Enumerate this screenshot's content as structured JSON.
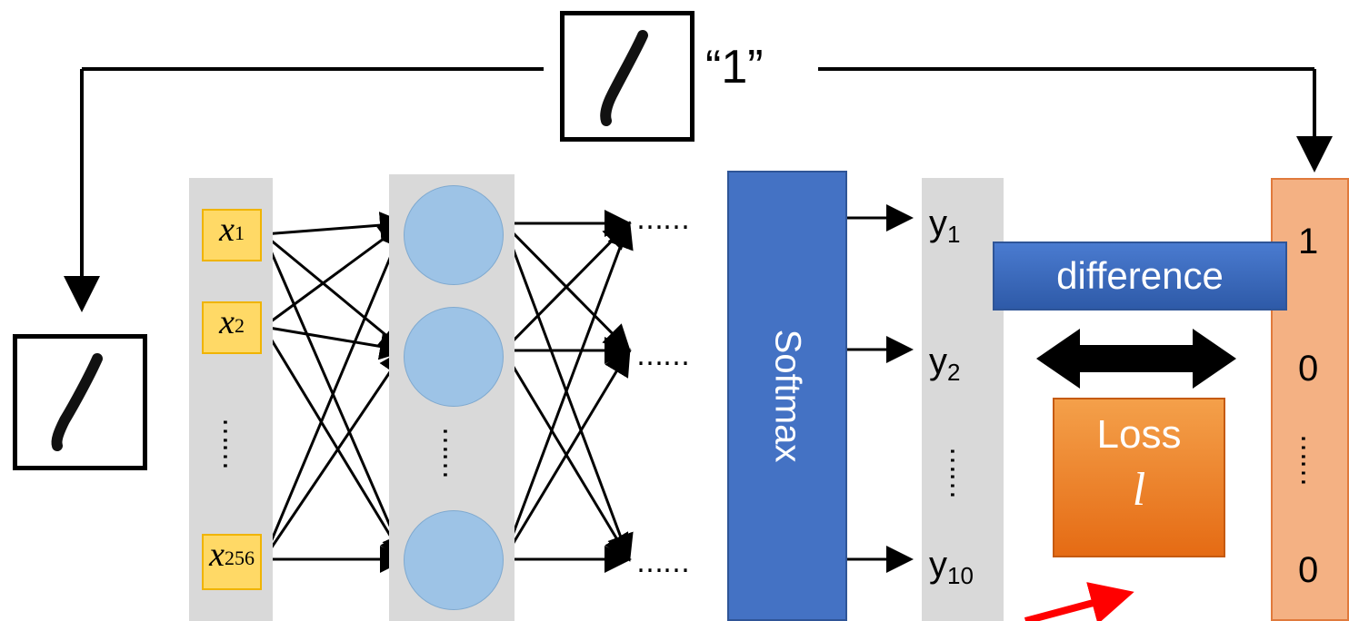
{
  "label": "“1”",
  "inputs": [
    {
      "sym": "x",
      "sub": "1"
    },
    {
      "sym": "x",
      "sub": "2"
    },
    {
      "sym": "x",
      "sub": "256"
    }
  ],
  "outputs": [
    {
      "sym": "y",
      "sub": "1"
    },
    {
      "sym": "y",
      "sub": "2"
    },
    {
      "sym": "y",
      "sub": "10"
    }
  ],
  "softmax": "Softmax",
  "difference": "difference",
  "loss": {
    "title": "Loss",
    "symbol": "l"
  },
  "targets": [
    "1",
    "0",
    "0"
  ],
  "dots_h": "……",
  "dots_v": "……",
  "colors": {
    "input_node": "#ffd966",
    "neuron": "#9dc3e6",
    "softmax": "#4472c4",
    "difference": "#2f5597",
    "loss": "#ed7d31",
    "target": "#f4b183",
    "arrow_red": "#ff0000"
  }
}
